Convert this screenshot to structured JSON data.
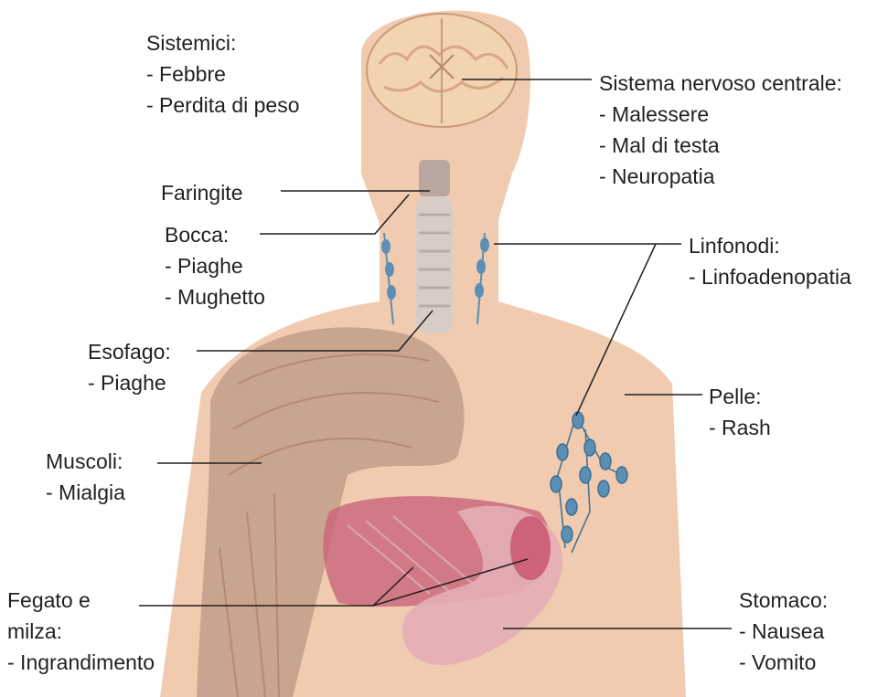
{
  "colors": {
    "skin": "#f0cbb0",
    "muscle": "#c9a48e",
    "brain": "#f2d4b0",
    "organ": "#c9657a",
    "lymph": "#5b8fb5",
    "leader": "#231f20"
  },
  "labels": {
    "sistemici": {
      "title": "Sistemici:",
      "items": [
        "- Febbre",
        "- Perdita di peso"
      ]
    },
    "snc": {
      "title": "Sistema nervoso centrale:",
      "items": [
        "- Malessere",
        "- Mal di testa",
        "- Neuropatia"
      ]
    },
    "faringite": {
      "title": "Faringite"
    },
    "bocca": {
      "title": "Bocca:",
      "items": [
        "- Piaghe",
        "- Mughetto"
      ]
    },
    "linfonodi": {
      "title": "Linfonodi:",
      "items": [
        "- Linfoadenopatia"
      ]
    },
    "esofago": {
      "title": "Esofago:",
      "items": [
        "- Piaghe"
      ]
    },
    "pelle": {
      "title": "Pelle:",
      "items": [
        "- Rash"
      ]
    },
    "muscoli": {
      "title": "Muscoli:",
      "items": [
        "- Mialgia"
      ]
    },
    "fegato": {
      "title_line1": "Fegato e",
      "title_line2": "milza:",
      "items": [
        "- Ingrandimento"
      ]
    },
    "stomaco": {
      "title": "Stomaco:",
      "items": [
        "- Nausea",
        "- Vomito"
      ]
    }
  }
}
